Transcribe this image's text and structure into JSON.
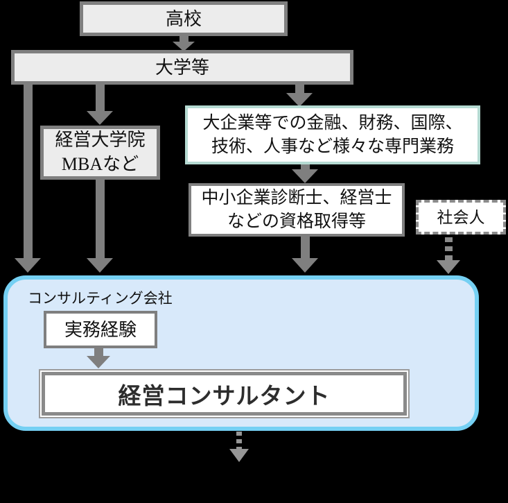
{
  "diagram": {
    "description": "career path flowchart to management consultant",
    "colors": {
      "background": "#000000",
      "box_border_gray": "#7f7f7f",
      "box_fill_gray": "#ececec",
      "corporate_border_teal": "#b5dad2",
      "panel_border_blue": "#75d0f3",
      "panel_fill_blue": "#d8e9fa",
      "arrow_gray": "#7f7f7f",
      "dashed_gray": "#8b8b8b"
    },
    "nodes": {
      "highschool": {
        "label": "高校"
      },
      "university": {
        "label": "大学等"
      },
      "grad_school": {
        "line1": "経営大学院",
        "line2": "MBAなど"
      },
      "corporate": {
        "line1": "大企業等での金融、財務、国際、",
        "line2": "技術、人事など様々な専門業務"
      },
      "qualification": {
        "line1": "中小企業診断士、経営士",
        "line2": "などの資格取得等"
      },
      "shakaijin": {
        "label": "社会人"
      },
      "panel": {
        "label": "コンサルティング会社"
      },
      "experience": {
        "label": "実務経験"
      },
      "consultant": {
        "label": "経営コンサルタント"
      }
    }
  }
}
